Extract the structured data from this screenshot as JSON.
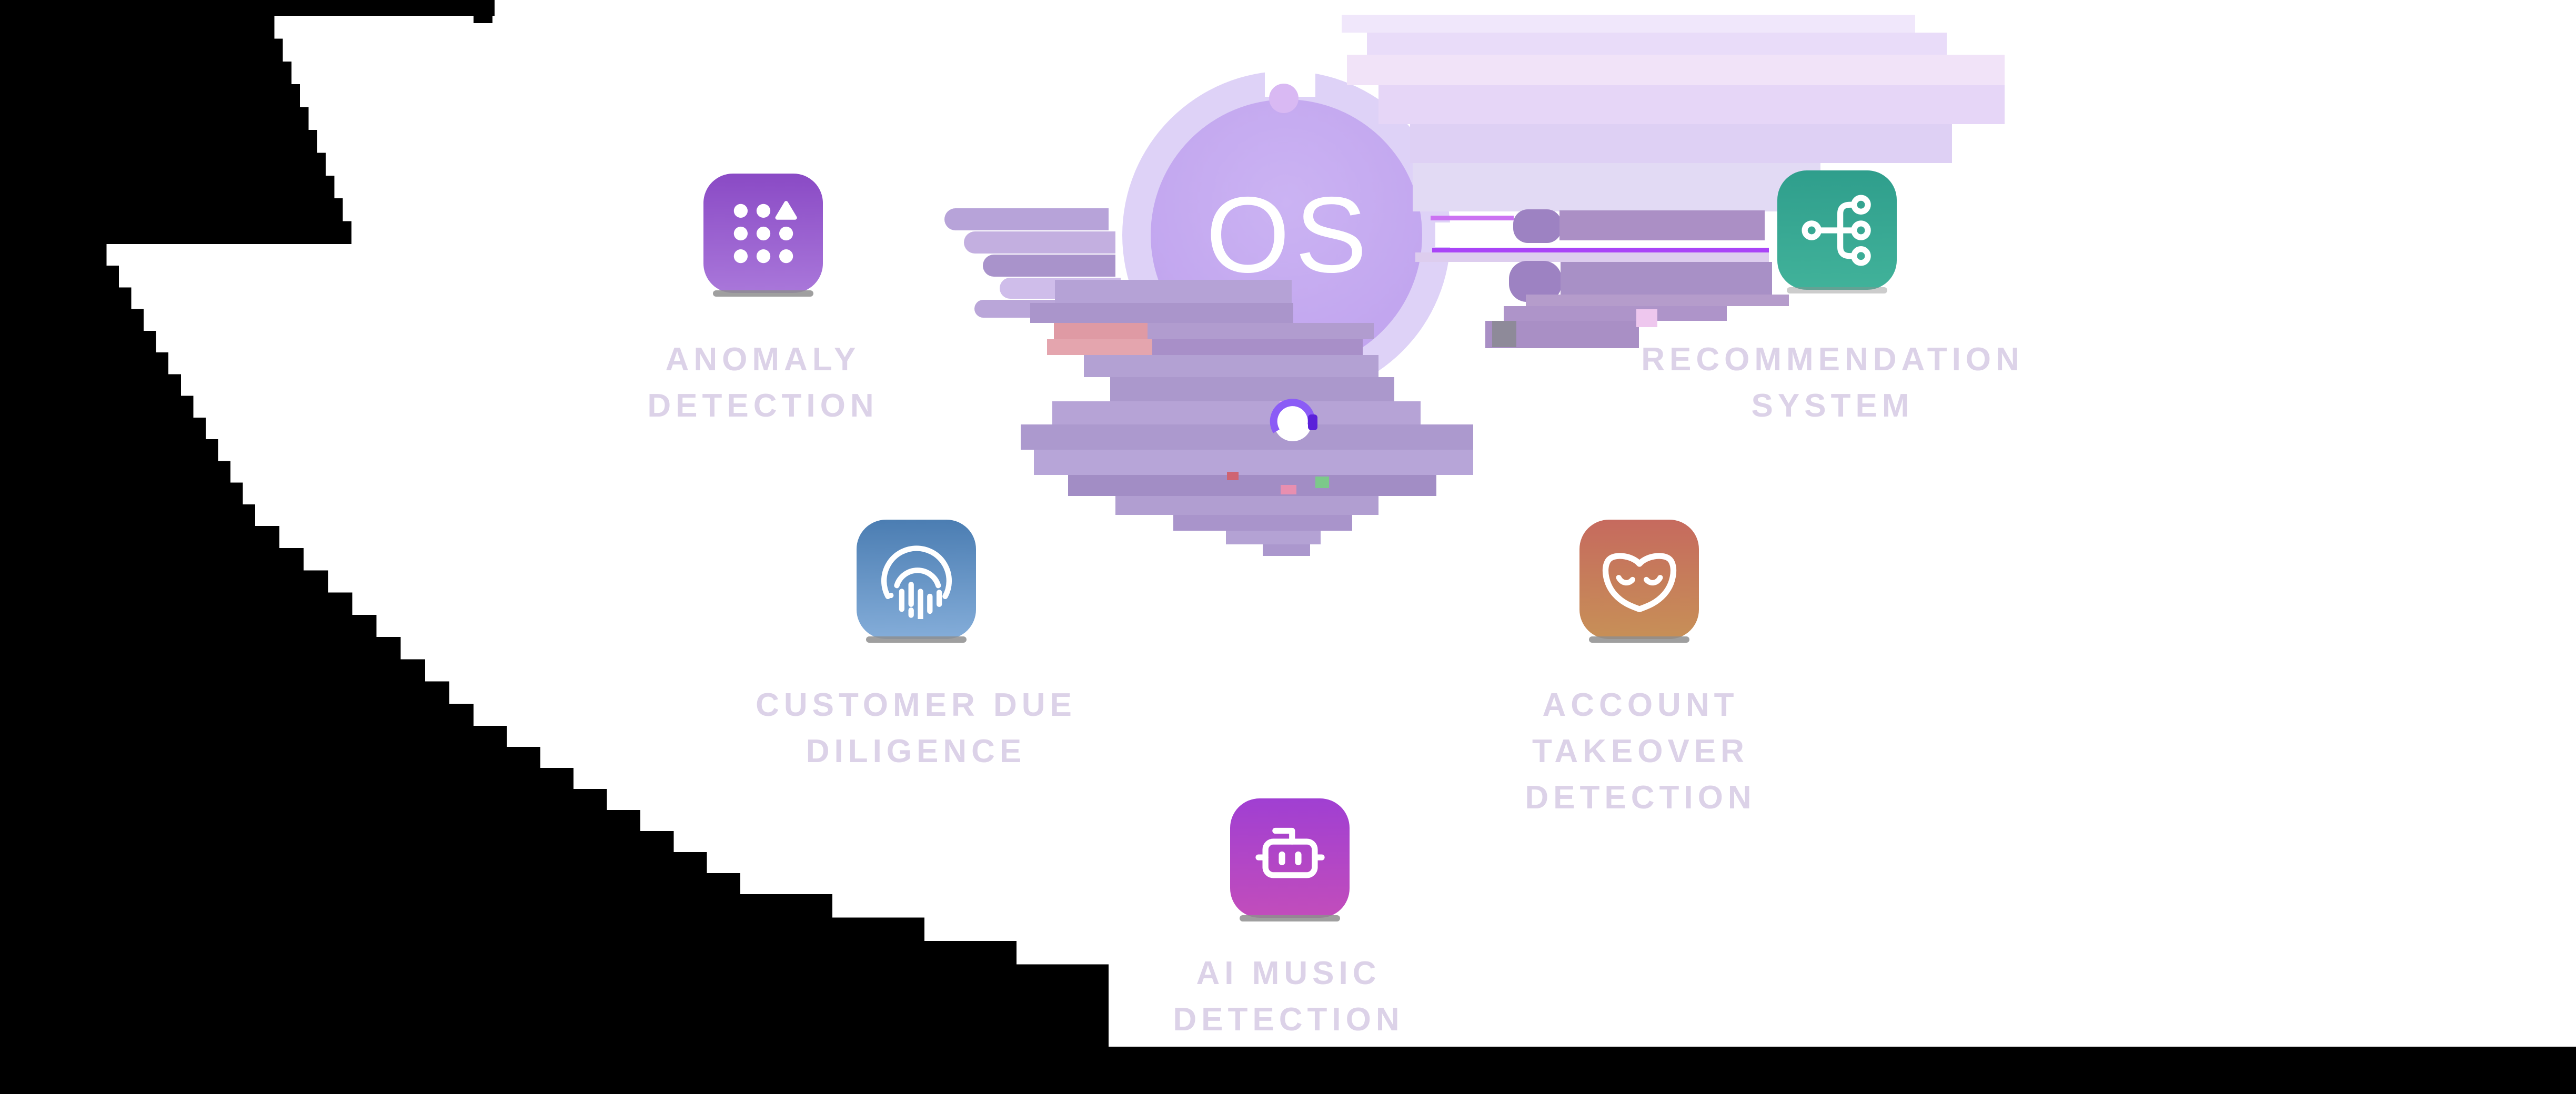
{
  "page": {
    "background": "#ffffff",
    "mask_color": "#000000"
  },
  "hub": {
    "label": "OS",
    "circle_color": "#c2a6ef",
    "halo_color": "#ded2f7",
    "text_color": "#ffffff"
  },
  "features": [
    {
      "id": "anomaly-detection",
      "line1": "ANOMALY",
      "line2": "DETECTION",
      "icon": "grid-dots-anomaly-icon",
      "color_top": "#8a4ac5",
      "color_bottom": "#a977da"
    },
    {
      "id": "recommendation-system",
      "line1": "RECOMMENDATION",
      "line2": "SYSTEM",
      "icon": "tree-branch-icon",
      "color_top": "#2f9e8c",
      "color_bottom": "#41b29a"
    },
    {
      "id": "customer-due-diligence",
      "line1": "CUSTOMER DUE",
      "line2": "DILIGENCE",
      "icon": "fingerprint-icon",
      "color_top": "#4b7db2",
      "color_bottom": "#84add9"
    },
    {
      "id": "account-takeover-detection",
      "line1": "ACCOUNT TAKEOVER",
      "line2": "DETECTION",
      "icon": "mask-icon",
      "color_top": "#c66a5e",
      "color_bottom": "#c79057"
    },
    {
      "id": "ai-music-detection",
      "line1": "AI MUSIC",
      "line2": "DETECTION",
      "icon": "robot-icon",
      "color_top": "#a03fd2",
      "color_bottom": "#c24dbb"
    }
  ],
  "label_color": "#dcd2e8",
  "glitch": {
    "accent_line_violet": "#a944f7",
    "accent_line_magenta": "#cb72f2"
  }
}
